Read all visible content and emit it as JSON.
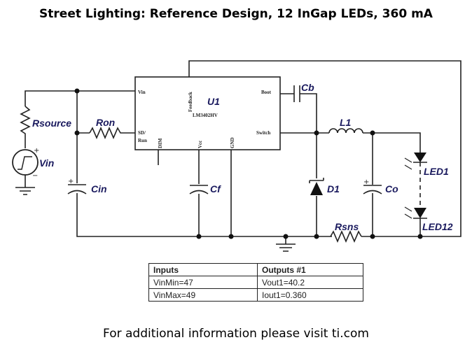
{
  "title": "Street Lighting: Reference Design, 12 InGap LEDs, 360 mA",
  "schematic": {
    "ic": {
      "ref": "U1",
      "part": "LM3402HV",
      "pins": {
        "vin": "Vin",
        "feedback": "Feedback",
        "boot": "Boot",
        "sd": "SD/",
        "run": "Run",
        "switch": "Switch",
        "dim": "DIM",
        "vcc": "Vcc",
        "gnd": "GND"
      }
    },
    "components": {
      "rsource": "Rsource",
      "vin": "Vin",
      "ron": "Ron",
      "cin": "Cin",
      "cf": "Cf",
      "cb": "Cb",
      "l1": "L1",
      "d1": "D1",
      "co": "Co",
      "rsns": "Rsns",
      "led1": "LED1",
      "led12": "LED12"
    },
    "polarity": {
      "plus": "+",
      "minus": "−"
    }
  },
  "table": {
    "headers": [
      "Inputs",
      "Outputs #1"
    ],
    "rows": [
      [
        "VinMin=47",
        "Vout1=40.2"
      ],
      [
        "VinMax=49",
        "Iout1=0.360"
      ]
    ]
  },
  "footer": "For additional information please visit ti.com"
}
